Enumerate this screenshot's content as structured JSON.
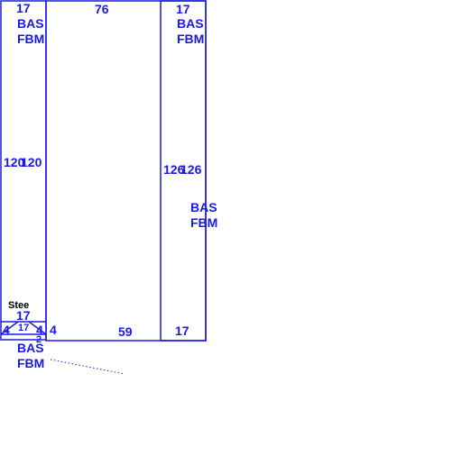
{
  "colors": {
    "line": "#1a1ae6",
    "text": "#1a1ae6",
    "label_dark": "#000000",
    "background": "#ffffff"
  },
  "dimensions": {
    "left_top": "17",
    "middle_top": "76",
    "right_top": "17",
    "left_side_a": "120",
    "left_side_b": "120",
    "right_side_a": "126",
    "right_side_b": "126",
    "bottom_left_4": "4",
    "bottom_17_a": "17",
    "bottom_17_b": "17",
    "bottom_4b": "4",
    "bottom_4c": "4",
    "bottom_2": "2",
    "bottom_middle": "59",
    "bottom_right": "17"
  },
  "areas": {
    "left_code1": "BAS",
    "left_code2": "FBM",
    "right_top_code1": "BAS",
    "right_top_code2": "FBM",
    "right_mid_code1": "BAS",
    "right_mid_code2": "FBM",
    "bottom_code1": "BAS",
    "bottom_code2": "FBM",
    "stoop": "Stee"
  }
}
